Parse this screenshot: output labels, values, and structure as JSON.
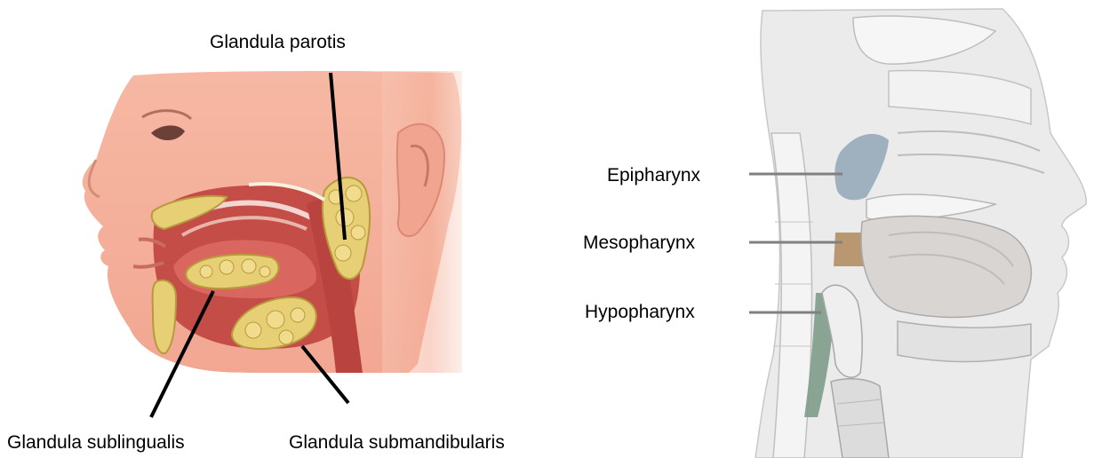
{
  "left_figure": {
    "labels": {
      "parotis": "Glandula parotis",
      "sublingualis": "Glandula sublingualis",
      "submandibularis": "Glandula submandibularis"
    }
  },
  "right_figure": {
    "labels": {
      "epipharynx": "Epipharynx",
      "mesopharynx": "Mesopharynx",
      "hypopharynx": "Hypopharynx"
    }
  },
  "colors": {
    "skin": "#f4b4a0",
    "skin_light": "#fbd6c8",
    "muscle": "#c0504a",
    "gland": "#e8d27a",
    "epipharynx": "#9fb0bf",
    "mesopharynx": "#b08a5c",
    "hypopharynx": "#7f9c8a",
    "leader_left": "#000000",
    "leader_right": "#808080"
  }
}
